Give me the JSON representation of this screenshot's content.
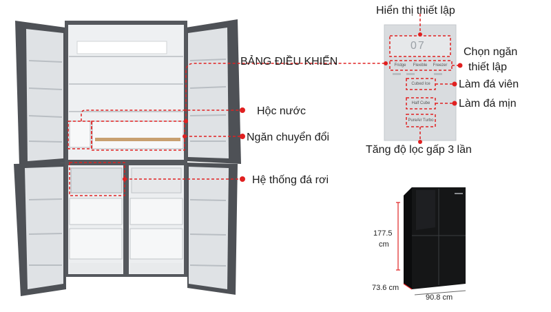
{
  "labels": {
    "control_panel": "BẢNG ĐIỀU KHIỂN",
    "display_settings": "Hiển thị thiết lập",
    "select_compartment_1": "Chọn ngăn",
    "select_compartment_2": "thiết lập",
    "cubed_ice": "Làm đá viên",
    "crushed_ice": "Làm đá mịn",
    "water_tank": "Hộc nước",
    "convertible_compartment": "Ngăn chuyển đổi",
    "ice_system": "Hệ thống đá rơi",
    "filter_boost": "Tăng độ lọc gấp 3 lần"
  },
  "panel": {
    "display_value": "07",
    "buttons": [
      "Fridge",
      "Flexible",
      "Freezer"
    ],
    "cubed_ice_btn": "Cubed Ice",
    "half_cube_btn": "Half Cube",
    "filter_btn": "PureAir Turbo"
  },
  "dimensions": {
    "height_value": "177.5",
    "height_unit": "cm",
    "depth": "73.6 cm",
    "width": "90.8 cm"
  },
  "colors": {
    "annotation": "#e02020",
    "panel_bg": "#d9dcdf",
    "fridge_body": "#4a4d52",
    "black_fridge": "#151617"
  }
}
